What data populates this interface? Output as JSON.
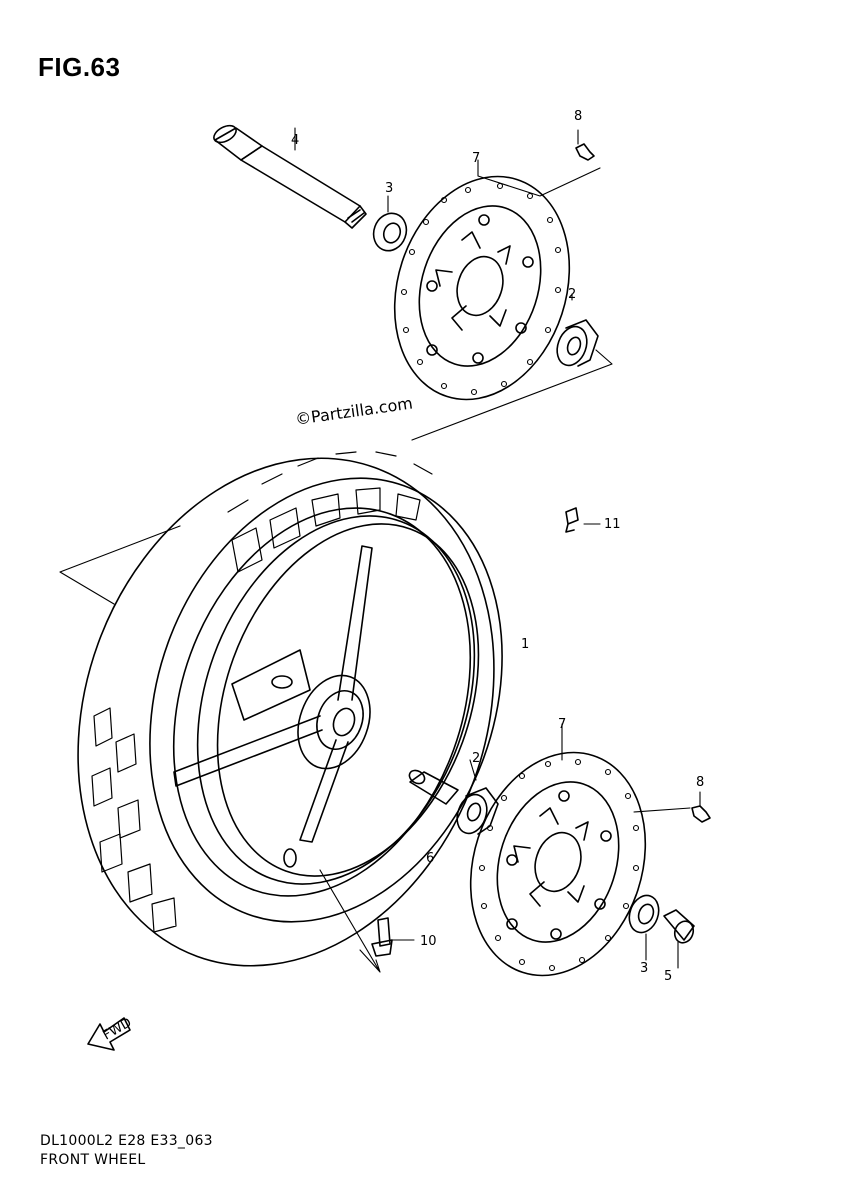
{
  "figure_title": "FIG.63",
  "watermark": "©Partzilla.com",
  "footer": {
    "model_code": "DL1000L2 E28 E33_063",
    "section_name": "FRONT WHEEL"
  },
  "callouts": {
    "wheel": "1",
    "bearing_upper": "2",
    "bearing_lower": "2",
    "dust_seal_upper": "3",
    "dust_seal_lower": "3",
    "axle": "4",
    "spacer_right": "5",
    "spacer_center": "6",
    "disc_upper": "7",
    "disc_lower": "7",
    "bolt_upper": "8",
    "bolt_lower": "8",
    "valve": "10",
    "balancer": "11"
  },
  "direction_badge": "FWD"
}
